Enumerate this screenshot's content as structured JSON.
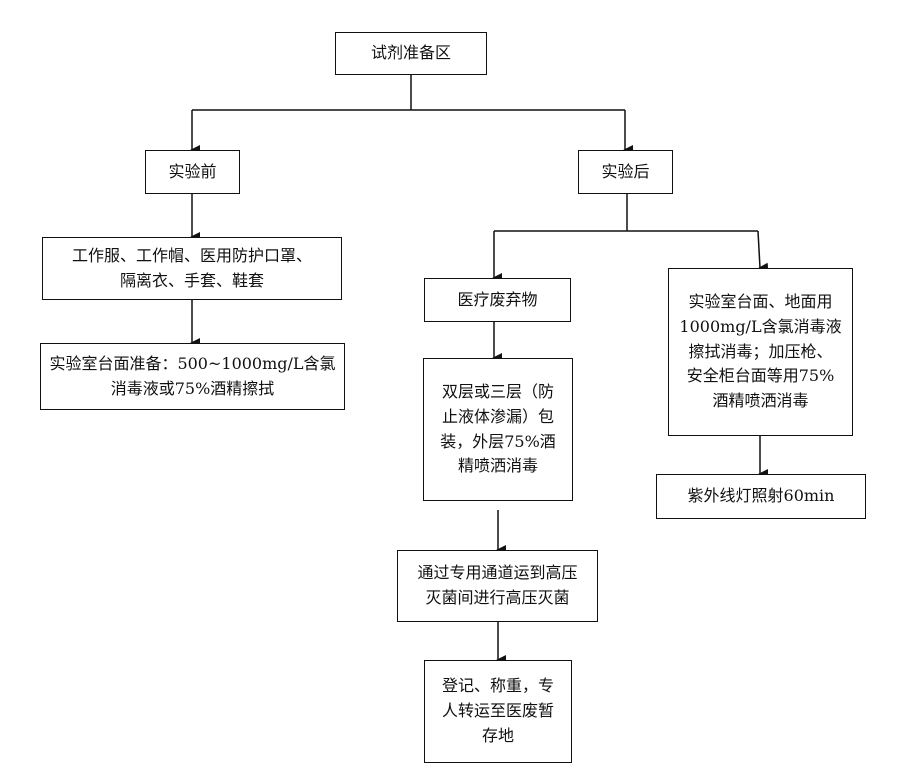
{
  "nodes": {
    "reagent_prep": "试剂准备区",
    "before": "实验前",
    "after": "实验后",
    "ppe": [
      "工作服、工作帽、医用防护口罩、",
      "隔离衣、手套、鞋套"
    ],
    "bench_prep": [
      "实验室台面准备：500~1000mg/L含氯",
      "消毒液或75%酒精擦拭"
    ],
    "medical_waste": "医疗废弃物",
    "packaging": [
      "双层或三层（防",
      "止液体渗漏）包",
      "装，外层75%酒",
      "精喷洒消毒"
    ],
    "transport": [
      "通过专用通道运到高压",
      "灭菌间进行高压灭菌"
    ],
    "register": [
      "登记、称重，专",
      "人转运至医废暂",
      "存地"
    ],
    "surface_disinfect": [
      "实验室台面、地面用",
      "1000mg/L含氯消毒液",
      "擦拭消毒；加压枪、",
      "安全柜台面等用75%",
      "酒精喷洒消毒"
    ],
    "uv": "紫外线灯照射60min"
  }
}
